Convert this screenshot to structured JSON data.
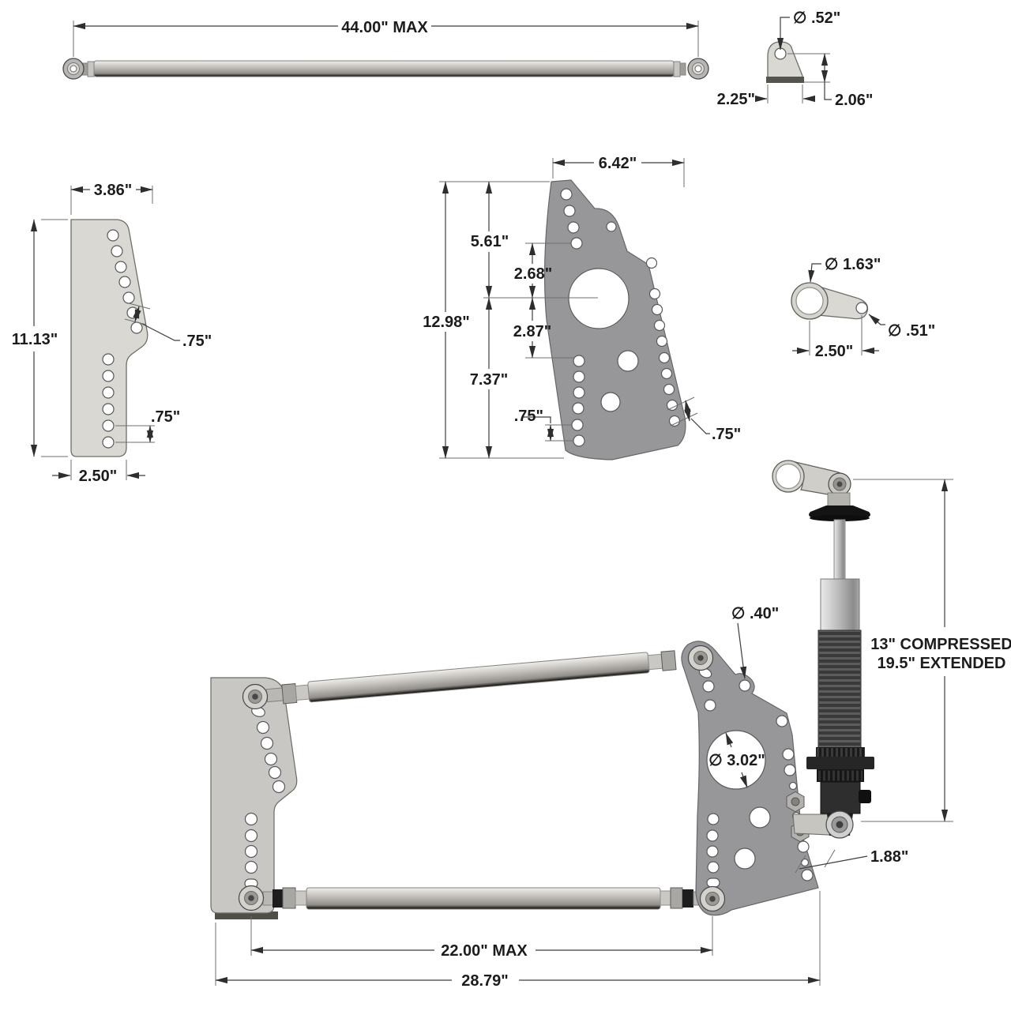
{
  "panhard_bar": {
    "length": "44.00\" MAX"
  },
  "shock_tab": {
    "hole_dia": "∅ .52\"",
    "width": "2.25\"",
    "height": "2.06\""
  },
  "frame_bracket": {
    "top_width": "3.86\"",
    "height": "11.13\"",
    "upper_hole_spacing": ".75\"",
    "lower_hole_spacing": ".75\"",
    "base_width": "2.50\""
  },
  "axle_bracket": {
    "width": "6.42\"",
    "height": "12.98\"",
    "top_to_center": "5.61\"",
    "hole_to_center": "2.68\"",
    "center_to_hole": "2.87\"",
    "center_to_bottom": "7.37\"",
    "left_hole_spacing": ".75\"",
    "right_hole_spacing": ".75\""
  },
  "shock_clevis": {
    "tube_dia": "∅ 1.63\"",
    "hole_dia": "∅ .51\"",
    "hole_spacing": "2.50\""
  },
  "shock": {
    "compressed": "13\" COMPRESSED",
    "extended": "19.5\" EXTENDED"
  },
  "assembly": {
    "upper_hole_dia": "∅ .40\"",
    "axle_hole_dia": "∅ 3.02\"",
    "shock_mount_offset": "1.88\"",
    "bar_length": "22.00\" MAX",
    "overall_length": "28.79\""
  }
}
